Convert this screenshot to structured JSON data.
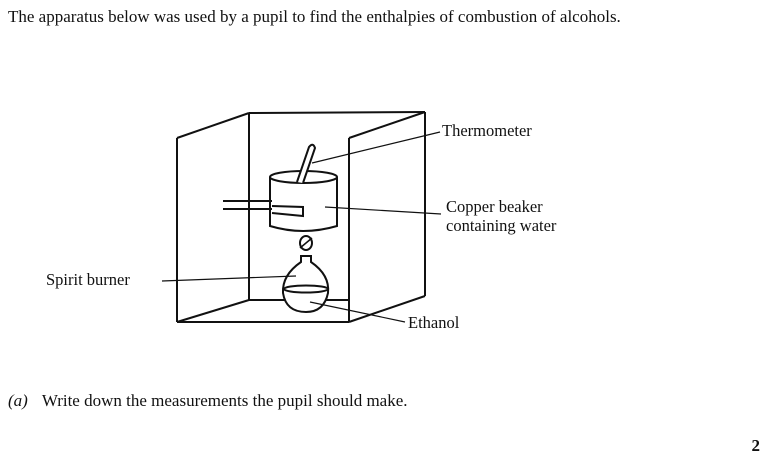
{
  "intro": "The apparatus below was used by a pupil to find the enthalpies of combustion of alcohols.",
  "diagram": {
    "labels": {
      "thermometer": "Thermometer",
      "beaker_line1": "Copper beaker",
      "beaker_line2": "containing water",
      "burner": "Spirit burner",
      "ethanol": "Ethanol"
    }
  },
  "question": {
    "part": "(a)",
    "text": "Write down the measurements the pupil should make.",
    "marks": "2"
  }
}
